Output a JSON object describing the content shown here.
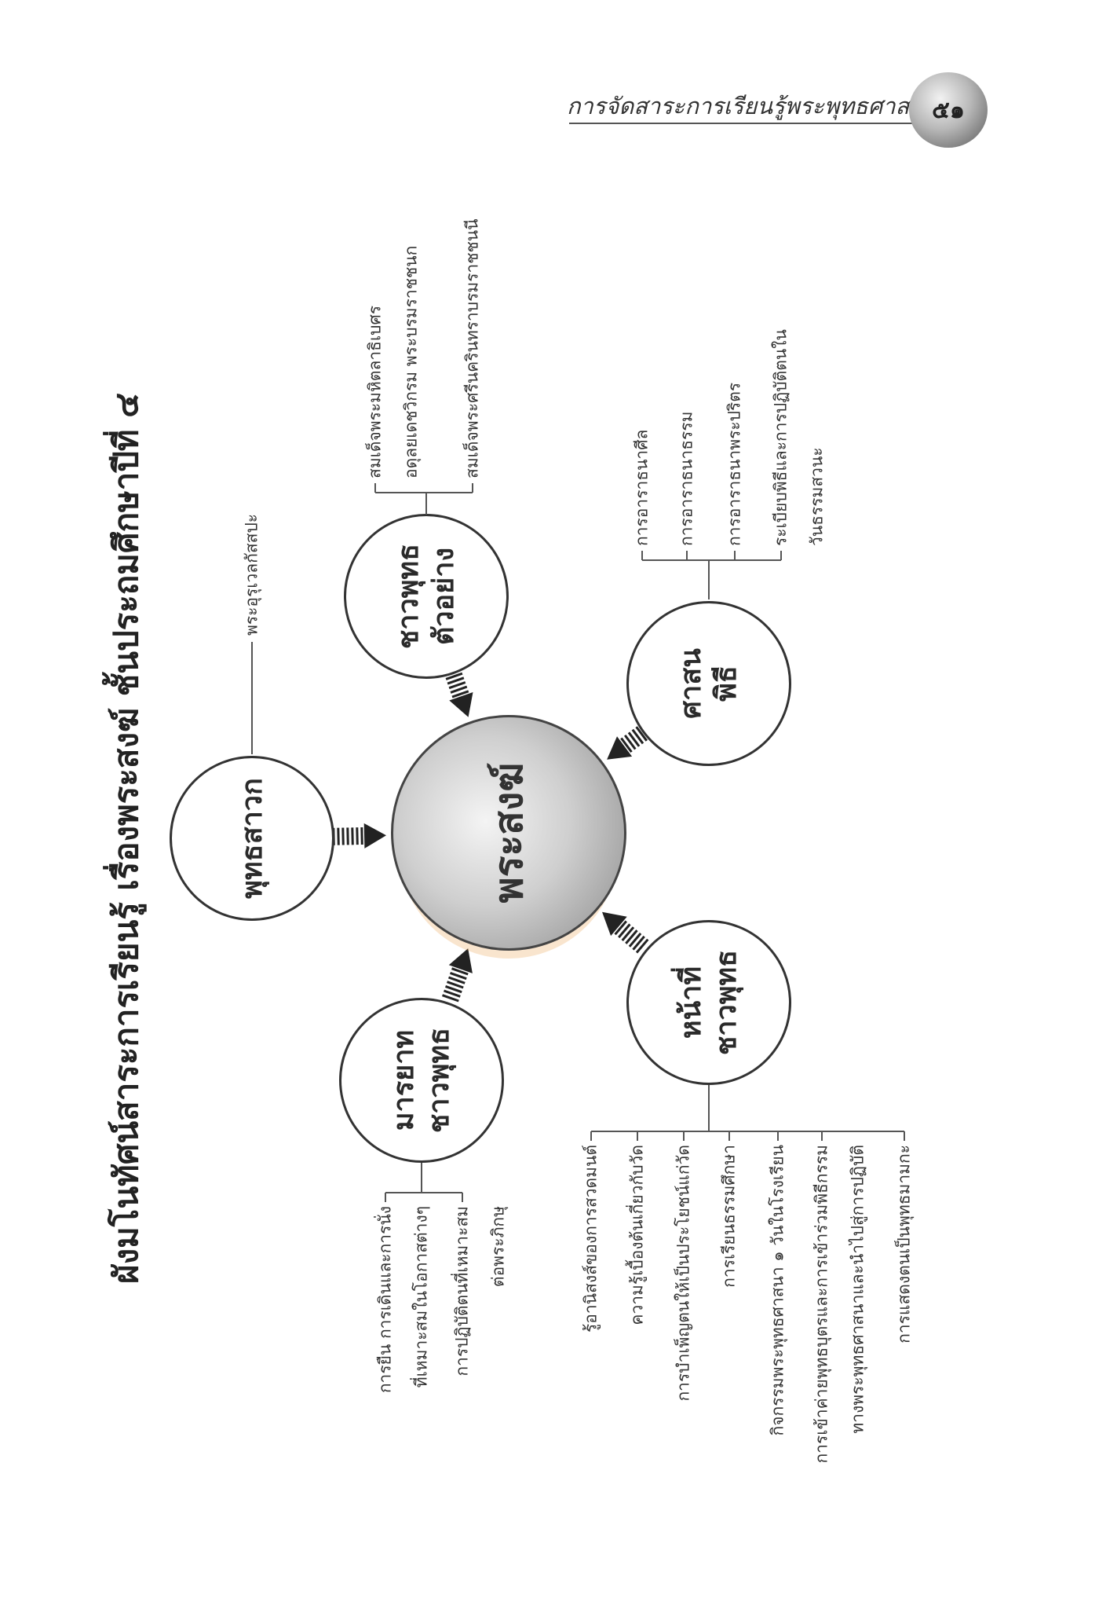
{
  "header": {
    "title": "การจัดสาระการเรียนรู้พระพุทธศาสนา",
    "page_number": "๕๑"
  },
  "diagram": {
    "title": "ผังมโนทัศน์สาระการเรียนรู้ เรื่องพระสงฆ์ ชั้นประถมศึกษาปีที่ ๔",
    "center": "พระสงฆ์",
    "nodes": [
      {
        "lines": [
          "พุทธสาวก"
        ],
        "leaves": [
          [
            "พระอุรุเวลกัสสปะ"
          ]
        ]
      },
      {
        "lines": [
          "ชาวพุทธ",
          "ตัวอย่าง"
        ],
        "leaves": [
          [
            "สมเด็จพระมหิตลาธิเบศร",
            "อดุลยเดชวิกรม พระบรมราชชนก"
          ],
          [
            "สมเด็จพระศรีนครินทราบรมราชชนนี"
          ]
        ]
      },
      {
        "lines": [
          "ศาสน",
          "พิธี"
        ],
        "leaves": [
          [
            "การอาราธนาศีล"
          ],
          [
            "การอาราธนาธรรม"
          ],
          [
            "การอาราธนาพระปริตร"
          ],
          [
            "ระเบียบพิธีและการปฏิบัติตนใน",
            "วันธรรมสวนะ"
          ]
        ]
      },
      {
        "lines": [
          "หน้าที่",
          "ชาวพุทธ"
        ],
        "leaves": [
          [
            "รู้อานิสงส์ของการสวดมนต์"
          ],
          [
            "ความรู้เบื้องต้นเกี่ยวกับวัด"
          ],
          [
            "การบำเพ็ญตนให้เป็นประโยชน์แก่วัด"
          ],
          [
            "การเรียนธรรมศึกษา"
          ],
          [
            "กิจกรรมพระพุทธศาสนา ๑ วันในโรงเรียน"
          ],
          [
            "การเข้าค่ายพุทธบุตรและการเข้าร่วมพิธีกรรม",
            "ทางพระพุทธศาสนาและนำไปสู่การปฏิบัติ"
          ],
          [
            "การแสดงตนเป็นพุทธมามกะ"
          ]
        ]
      },
      {
        "lines": [
          "มารยาท",
          "ชาวพุทธ"
        ],
        "leaves": [
          [
            "การยืน การเดินและการนั่ง",
            "ที่เหมาะสมในโอกาสต่างๆ"
          ],
          [
            "การปฏิบัติตนที่เหมาะสม",
            "ต่อพระภิกษุ"
          ]
        ]
      }
    ]
  }
}
